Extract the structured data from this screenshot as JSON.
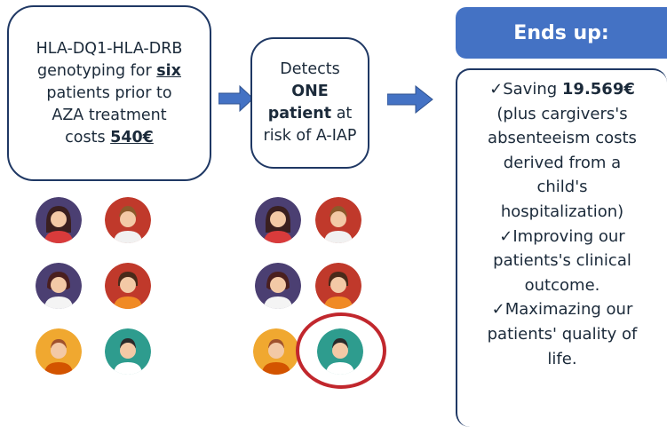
{
  "step1": {
    "line1": "HLA-DQ1-HLA-DRB",
    "line2_pre": "genotyping for ",
    "line2_em": "six",
    "line3": "patients prior to",
    "line4": "AZA treatment",
    "line5_pre": "costs ",
    "line5_em": "540€"
  },
  "step2": {
    "line1": "Detects",
    "line2": "ONE",
    "line3_em": "patient",
    "line3_post": " at",
    "line4": "risk of A-IAP"
  },
  "result": {
    "header": "Ends up:",
    "check": "✓",
    "l1_pre": "Saving ",
    "l1_em": "19.569€",
    "l2": "(plus cargivers's",
    "l3": "absenteeism costs",
    "l4": "derived from a",
    "l5": "child's",
    "l6": "hospitalization)",
    "l7": "Improving our",
    "l8": "patients's clinical",
    "l9": "outcome.",
    "l10": "Maximazing our",
    "l11": "patients' quality of",
    "l12": "life."
  },
  "colors": {
    "box_border": "#1f3864",
    "header_fill": "#4472c4",
    "arrow_fill": "#4472c4",
    "highlight_ring": "#c1272d"
  },
  "icons": {
    "patients_group_1": [
      "woman-avatar",
      "man-avatar",
      "girl-avatar",
      "boy-avatar",
      "child-avatar",
      "doctor-man-avatar"
    ],
    "patients_group_2": [
      "woman-avatar",
      "man-avatar",
      "girl-avatar",
      "boy-avatar",
      "child-avatar",
      "doctor-man-avatar"
    ]
  }
}
